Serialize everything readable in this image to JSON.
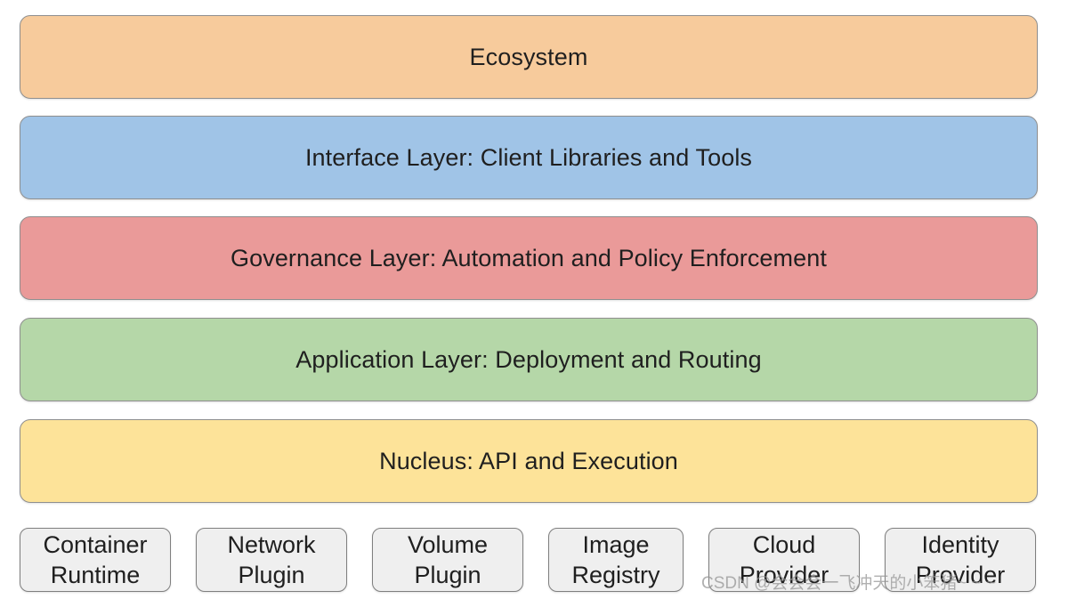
{
  "layers": [
    {
      "label": "Ecosystem",
      "color": "#f7cb9c"
    },
    {
      "label": "Interface Layer: Client Libraries and Tools",
      "color": "#a0c4e7"
    },
    {
      "label": "Governance Layer: Automation and Policy Enforcement",
      "color": "#ea9a99"
    },
    {
      "label": "Application Layer: Deployment and Routing",
      "color": "#b5d7a8"
    },
    {
      "label": "Nucleus: API and Execution",
      "color": "#fde399"
    }
  ],
  "plugins": [
    {
      "label": "Container\nRuntime"
    },
    {
      "label": "Network\nPlugin"
    },
    {
      "label": "Volume\nPlugin"
    },
    {
      "label": "Image\nRegistry"
    },
    {
      "label": "Cloud\nProvider"
    },
    {
      "label": "Identity\nProvider"
    }
  ],
  "watermark": "CSDN @会会会一飞冲天的小笨猪~ ~ ~"
}
